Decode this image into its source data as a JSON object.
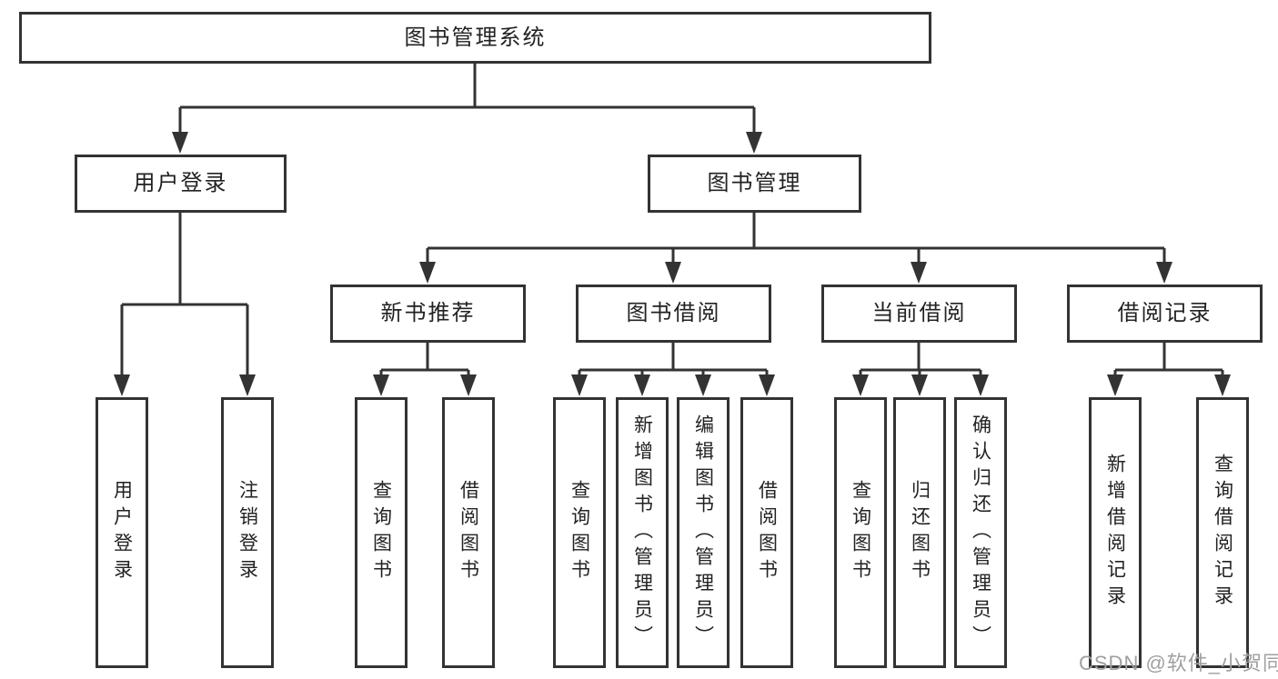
{
  "diagram": {
    "title": "图书管理系统",
    "root": {
      "label": "图书管理系统"
    },
    "level2": [
      {
        "label": "用户登录",
        "children": [
          "用户登录",
          "注销登录"
        ]
      },
      {
        "label": "图书管理"
      }
    ],
    "level3": [
      {
        "label": "新书推荐",
        "children": [
          "查询图书",
          "借阅图书"
        ]
      },
      {
        "label": "图书借阅",
        "children": [
          "查询图书",
          "新增图书（管理员）",
          "编辑图书（管理员）",
          "借阅图书"
        ]
      },
      {
        "label": "当前借阅",
        "children": [
          "查询图书",
          "归还图书",
          "确认归还（管理员）"
        ]
      },
      {
        "label": "借阅记录",
        "children": [
          "新增借阅记录",
          "查询借阅记录"
        ]
      }
    ],
    "colors": {
      "line": "#333333",
      "box_border": "#333333",
      "text": "#222222",
      "background": "#ffffff",
      "watermark": "#a0a0a0"
    }
  },
  "watermark": {
    "text": "CSDN @软件_小贺同学"
  }
}
